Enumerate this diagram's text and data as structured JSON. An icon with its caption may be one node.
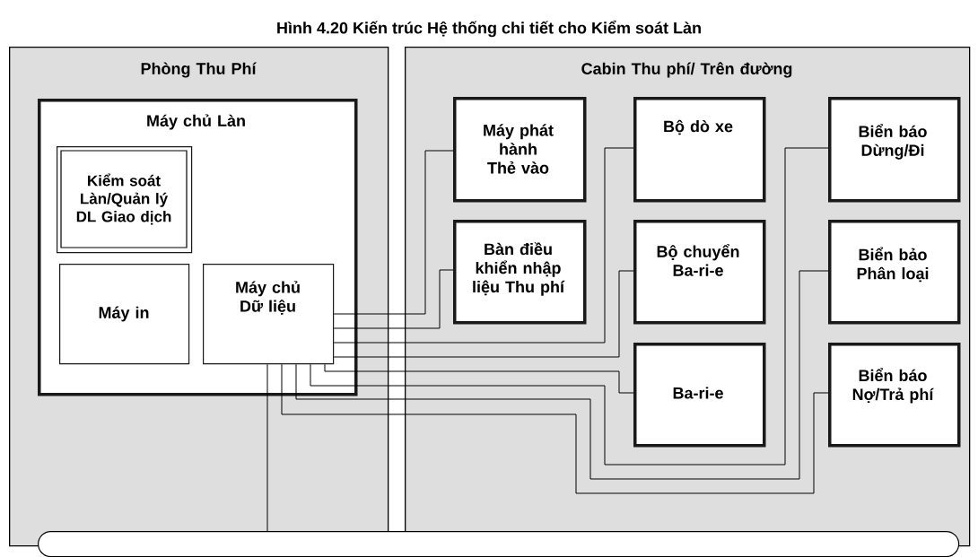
{
  "diagram": {
    "title": "Hình 4.20 Kiến trúc Hệ thống chi tiết cho Kiểm soát Làn",
    "nodes": [
      {
        "text": [
          "Phòng Thu Phí"
        ]
      },
      {
        "text": [
          "Cabin Thu phí/ Trên đường"
        ]
      },
      {
        "text": [
          "Máy chủ Làn"
        ],
        "in": 0
      },
      {
        "text": [
          "Kiểm soát Làn/Quản lý DL Giao dịch"
        ],
        "in": 2
      },
      {
        "text": [
          "Máy in"
        ],
        "in": 2
      },
      {
        "text": [
          "Máy chủ Dữ liệu"
        ],
        "in": 2
      },
      {
        "text": [
          "Máy phát hành Thẻ vào"
        ],
        "in": 1
      },
      {
        "text": [
          "Bàn điều khiển nhập liệu Thu phí"
        ],
        "in": 1
      },
      {
        "text": [
          "Bộ dò xe"
        ],
        "in": 1
      },
      {
        "text": [
          "Bộ chuyển Ba-ri-e"
        ],
        "in": 1
      },
      {
        "text": [
          "Ba-ri-e"
        ],
        "in": 1
      },
      {
        "text": [
          "Biển báo Dừng/Đi"
        ],
        "in": 1
      },
      {
        "text": [
          "Biển bảo Phân loại"
        ],
        "in": 1
      },
      {
        "text": [
          "Biển báo Nợ/Trả phí"
        ],
        "in": 1
      },
      {
        "text": [],
        "shape": "bar"
      }
    ],
    "edges": [
      {
        "from": 5,
        "to": 6,
        "arrow": "none"
      },
      {
        "from": 5,
        "to": 7,
        "arrow": "none"
      },
      {
        "from": 5,
        "to": 8,
        "arrow": "none"
      },
      {
        "from": 5,
        "to": 9,
        "arrow": "none"
      },
      {
        "from": 5,
        "to": 10,
        "arrow": "none"
      },
      {
        "from": 5,
        "to": 11,
        "arrow": "none"
      },
      {
        "from": 5,
        "to": 12,
        "arrow": "none"
      },
      {
        "from": 5,
        "to": 13,
        "arrow": "none"
      },
      {
        "from": 5,
        "to": 14,
        "arrow": "none"
      }
    ]
  }
}
